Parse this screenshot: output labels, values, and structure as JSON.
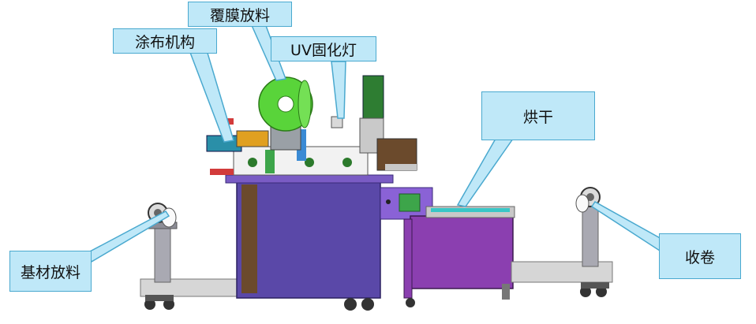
{
  "labels": {
    "coating": "涂布机构",
    "film_unwind": "覆膜放料",
    "uv_lamp": "UV固化灯",
    "drying": "烘干",
    "substrate_unwind": "基材放料",
    "rewind": "收卷"
  },
  "colors": {
    "callout_fill": "#bfe8f8",
    "callout_border": "#4aa9cf",
    "cabinet_main": "#5a48a8",
    "cabinet_dryer": "#8b3fb0",
    "film_roll": "#59d43a",
    "frame_grey": "#c8c8c8"
  }
}
